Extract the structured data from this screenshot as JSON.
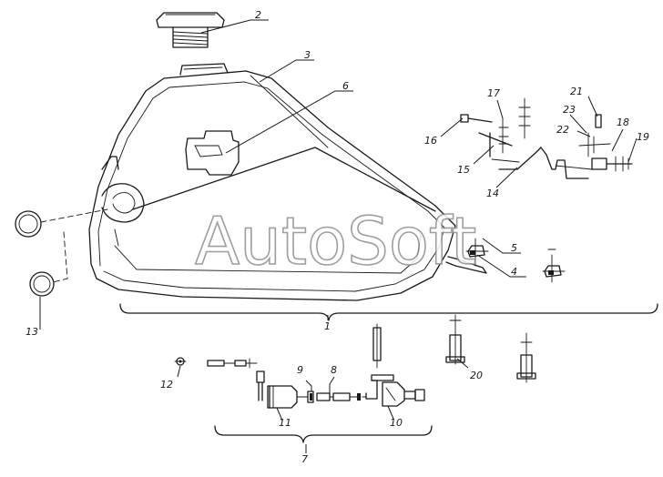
{
  "watermark": {
    "text": "AutoSoft"
  },
  "callouts": [
    {
      "id": "c1",
      "label": "1"
    },
    {
      "id": "c2",
      "label": "2"
    },
    {
      "id": "c3",
      "label": "3"
    },
    {
      "id": "c4",
      "label": "4"
    },
    {
      "id": "c5",
      "label": "5"
    },
    {
      "id": "c6",
      "label": "6"
    },
    {
      "id": "c7",
      "label": "7"
    },
    {
      "id": "c8",
      "label": "8"
    },
    {
      "id": "c9",
      "label": "9"
    },
    {
      "id": "c10",
      "label": "10"
    },
    {
      "id": "c11",
      "label": "11"
    },
    {
      "id": "c12",
      "label": "12"
    },
    {
      "id": "c13",
      "label": "13"
    },
    {
      "id": "c14",
      "label": "14"
    },
    {
      "id": "c15",
      "label": "15"
    },
    {
      "id": "c16",
      "label": "16"
    },
    {
      "id": "c17",
      "label": "17"
    },
    {
      "id": "c18",
      "label": "18"
    },
    {
      "id": "c19",
      "label": "19"
    },
    {
      "id": "c20",
      "label": "20"
    },
    {
      "id": "c21",
      "label": "21"
    },
    {
      "id": "c22",
      "label": "22"
    },
    {
      "id": "c23",
      "label": "23"
    }
  ]
}
